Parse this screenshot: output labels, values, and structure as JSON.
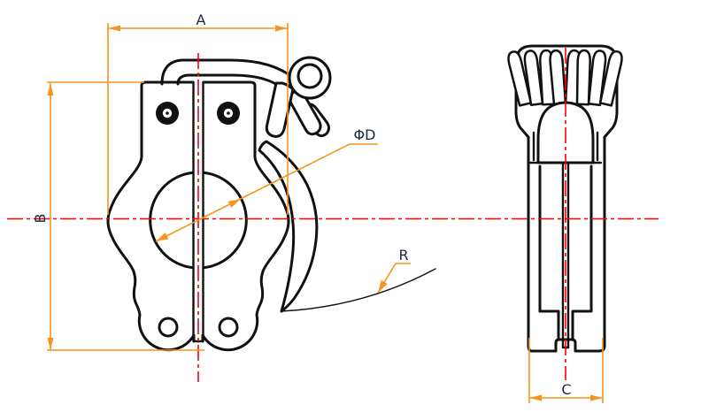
{
  "drawing": {
    "type": "engineering-drawing",
    "subject": "vacuum-clamp-two-views",
    "background_color": "#ffffff",
    "outline_color": "#111111",
    "centerline_color": "#ff0000",
    "dimension_color": "#f7941d",
    "label_color": "#1b2945",
    "views": {
      "front": {
        "dimensions": {
          "width": {
            "label": "A"
          },
          "height": {
            "label": "B"
          },
          "bore_diameter": {
            "label": "ΦD"
          },
          "swing_radius": {
            "label": "R"
          }
        }
      },
      "side": {
        "dimensions": {
          "thickness": {
            "label": "C"
          }
        }
      }
    }
  }
}
